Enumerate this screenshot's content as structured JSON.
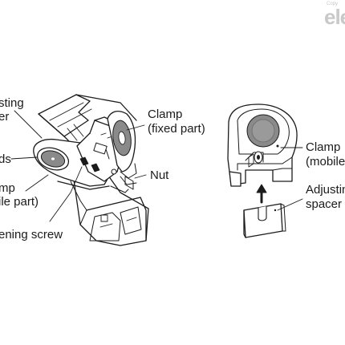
{
  "watermark": {
    "top": "Copy",
    "logo": "ele"
  },
  "labels": {
    "adjusting_screw_1": "sting",
    "adjusting_screw_2": "er",
    "heads": "ds",
    "clamp_mobile_left_1": "mp",
    "clamp_mobile_left_2": "ile part)",
    "fastening_screw": "ening screw",
    "clamp_fixed_1": "Clamp",
    "clamp_fixed_2": "(fixed part)",
    "nut": "Nut",
    "clamp_mobile_right_1": "Clamp",
    "clamp_mobile_right_2": "(mobile",
    "adjusting_spacer_1": "Adjustin",
    "adjusting_spacer_2": "spacer"
  }
}
